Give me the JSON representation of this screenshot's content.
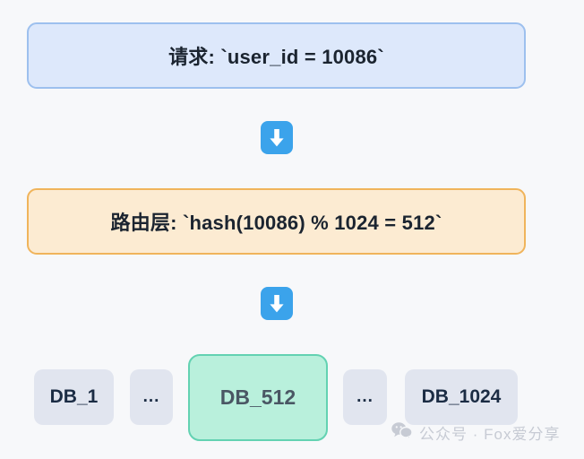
{
  "page": {
    "background_color": "#f7f8fa",
    "title": "Sharding routing flow diagram"
  },
  "flow": {
    "steps": [
      {
        "id": "request",
        "label": "请求: `user_id = 10086`",
        "background_color": "#dde8fb",
        "border_color": "#9dc0ee"
      },
      {
        "id": "router",
        "label": "路由层: `hash(10086) % 1024 = 512`",
        "background_color": "#fcebd2",
        "border_color": "#f0b45b"
      }
    ],
    "connectors": [
      {
        "id": "arrow-1",
        "icon": "arrow-down-icon",
        "color": "#3ba3eb"
      },
      {
        "id": "arrow-2",
        "icon": "arrow-down-icon",
        "color": "#3ba3eb"
      }
    ]
  },
  "shards": {
    "items": [
      {
        "id": "db-1",
        "label": "DB_1",
        "active": false
      },
      {
        "id": "gap-1",
        "label": "...",
        "active": false
      },
      {
        "id": "db-512",
        "label": "DB_512",
        "active": true
      },
      {
        "id": "gap-2",
        "label": "...",
        "active": false
      },
      {
        "id": "db-1024",
        "label": "DB_1024",
        "active": false
      }
    ],
    "inactive_background_color": "#e1e5ef",
    "active_background_color": "#b9f0dc",
    "active_border_color": "#63d2b2"
  },
  "watermark": {
    "icon": "wechat-icon",
    "text": "公众号 · Fox爱分享",
    "color": "#c7cbd4"
  }
}
